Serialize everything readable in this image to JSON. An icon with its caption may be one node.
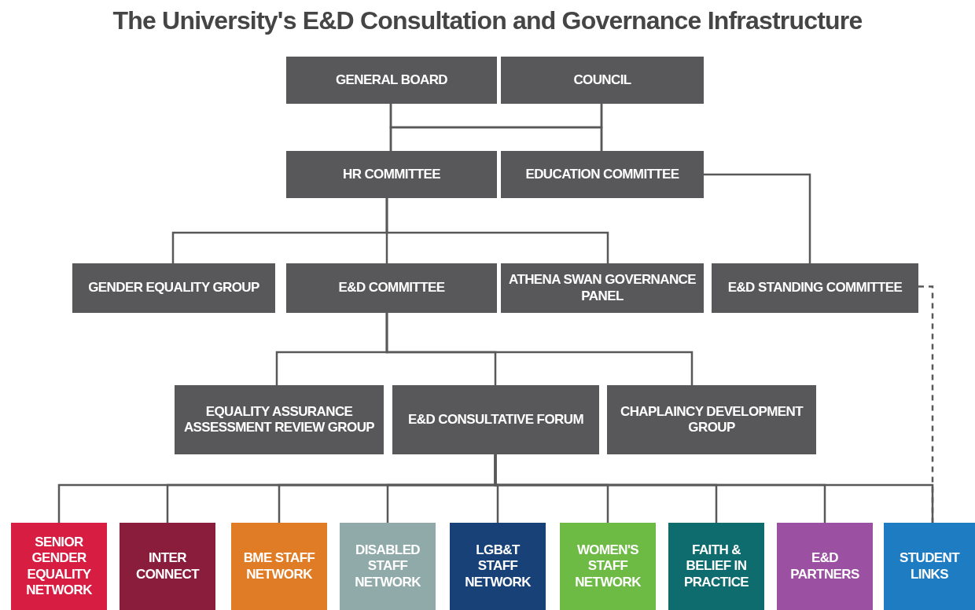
{
  "diagram": {
    "title": "The University's E&D Consultation and Governance Infrastructure",
    "nodes": [
      {
        "text": [
          "GENERAL BOARD"
        ]
      },
      {
        "text": [
          "COUNCIL"
        ]
      },
      {
        "text": [
          "HR COMMITTEE"
        ]
      },
      {
        "text": [
          "EDUCATION COMMITTEE"
        ]
      },
      {
        "text": [
          "GENDER EQUALITY GROUP"
        ]
      },
      {
        "text": [
          "E&D COMMITTEE"
        ]
      },
      {
        "text": [
          "ATHENA SWAN GOVERNANCE PANEL"
        ]
      },
      {
        "text": [
          "E&D STANDING COMMITTEE"
        ]
      },
      {
        "text": [
          "EQUALITY ASSURANCE ASSESSMENT REVIEW GROUP"
        ]
      },
      {
        "text": [
          "E&D CONSULTATIVE FORUM"
        ]
      },
      {
        "text": [
          "CHAPLAINCY DEVELOPMENT GROUP"
        ]
      },
      {
        "text": [
          "SENIOR GENDER EQUALITY NETWORK"
        ]
      },
      {
        "text": [
          "INTER CONNECT"
        ]
      },
      {
        "text": [
          "BME STAFF NETWORK"
        ]
      },
      {
        "text": [
          "DISABLED STAFF NETWORK"
        ]
      },
      {
        "text": [
          "LGB&T STAFF NETWORK"
        ]
      },
      {
        "text": [
          "WOMEN'S STAFF NETWORK"
        ]
      },
      {
        "text": [
          "FAITH & BELIEF IN PRACTICE"
        ]
      },
      {
        "text": [
          "E&D PARTNERS"
        ]
      },
      {
        "text": [
          "STUDENT LINKS"
        ]
      }
    ],
    "edges": [
      {
        "from": 0,
        "to": 2,
        "arrow": "none"
      },
      {
        "from": 0,
        "to": 3,
        "arrow": "none"
      },
      {
        "from": 1,
        "to": 2,
        "arrow": "none"
      },
      {
        "from": 1,
        "to": 3,
        "arrow": "none"
      },
      {
        "from": 3,
        "to": 7,
        "arrow": "none"
      },
      {
        "from": 2,
        "to": 4,
        "arrow": "none"
      },
      {
        "from": 2,
        "to": 5,
        "arrow": "none"
      },
      {
        "from": 2,
        "to": 6,
        "arrow": "none"
      },
      {
        "from": 5,
        "to": 8,
        "arrow": "none"
      },
      {
        "from": 5,
        "to": 9,
        "arrow": "none"
      },
      {
        "from": 5,
        "to": 10,
        "arrow": "none"
      },
      {
        "from": 9,
        "to": 11,
        "arrow": "none"
      },
      {
        "from": 9,
        "to": 12,
        "arrow": "none"
      },
      {
        "from": 9,
        "to": 13,
        "arrow": "none"
      },
      {
        "from": 9,
        "to": 14,
        "arrow": "none"
      },
      {
        "from": 9,
        "to": 15,
        "arrow": "none"
      },
      {
        "from": 9,
        "to": 16,
        "arrow": "none"
      },
      {
        "from": 9,
        "to": 17,
        "arrow": "none"
      },
      {
        "from": 9,
        "to": 18,
        "arrow": "none"
      },
      {
        "from": 9,
        "to": 19,
        "arrow": "none"
      },
      {
        "from": 7,
        "to": 19,
        "arrow": "none",
        "style": "dashed"
      }
    ]
  }
}
